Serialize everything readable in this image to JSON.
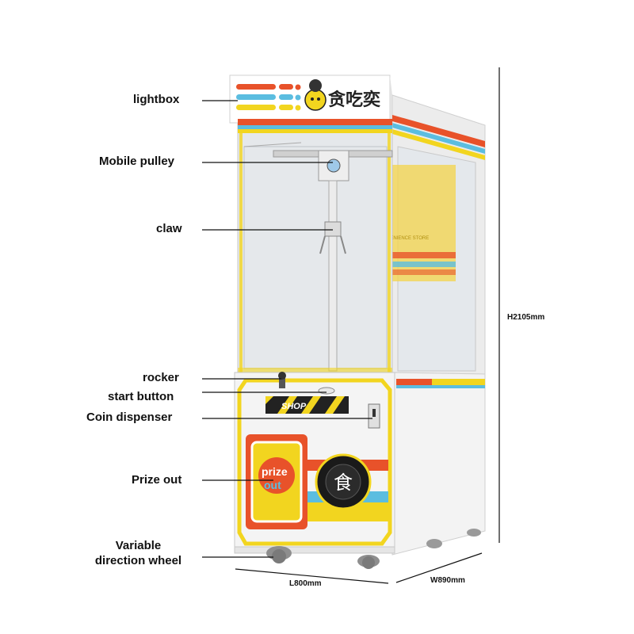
{
  "callouts": {
    "lightbox": "lightbox",
    "mobile_pulley": "Mobile pulley",
    "claw": "claw",
    "rocker": "rocker",
    "start_button": "start button",
    "coin_dispenser": "Coin dispenser",
    "prize_out": "Prize out",
    "wheel_line1": "Variable",
    "wheel_line2": "direction wheel"
  },
  "dimensions": {
    "height": "H2105mm",
    "length": "L800mm",
    "width": "W890mm"
  },
  "machine": {
    "brand_text": "贪吃奕",
    "shop_sign": "SHOP",
    "prize_word_1": "prize",
    "prize_word_2": "out",
    "emblem_glyph": "食",
    "poster_text": "CONVENIENCE STORE"
  },
  "colors": {
    "orange": "#e8522a",
    "blue": "#5bbde0",
    "yellow": "#f2d51f",
    "body": "#f1f1f1",
    "glass": "#e6e9ec"
  }
}
